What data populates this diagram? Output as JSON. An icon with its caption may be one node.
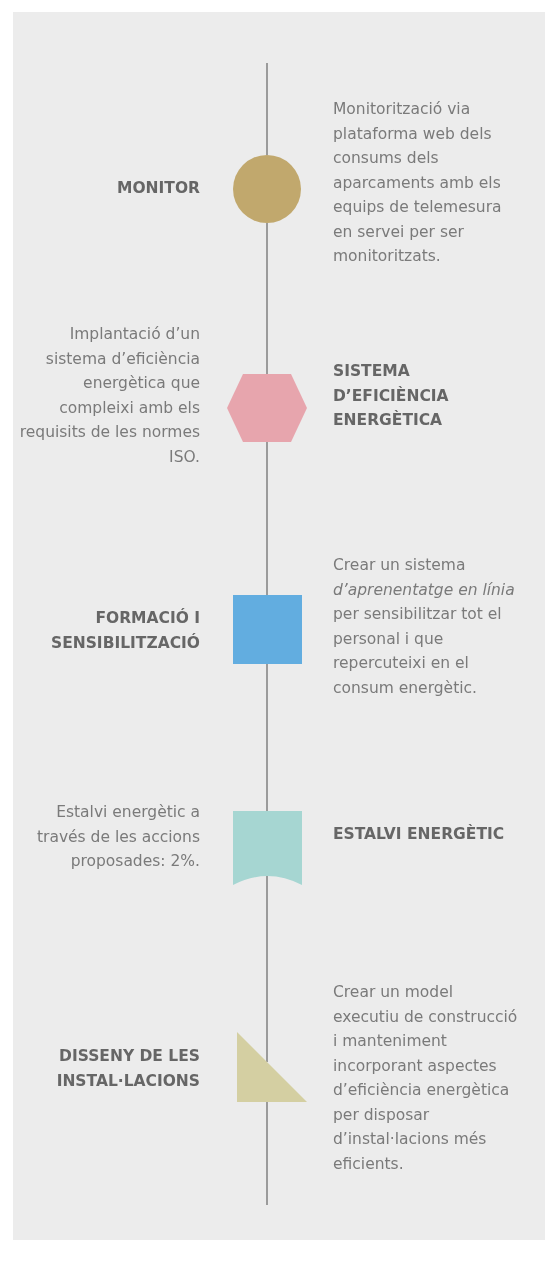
{
  "diagram": {
    "nodes": [
      {
        "text": [],
        "shape": "circle",
        "beside": [
          "MONITOR",
          "Monitorització via plataforma web dels consums dels aparcaments amb els equips de telemesura en servei per ser monitoritzats."
        ]
      },
      {
        "text": [],
        "shape": "hexagon",
        "beside": [
          "SISTEMA D’EFICIÈNCIA ENERGÈTICA",
          "Implantació d’un sistema d’eficiència energètica que compleixi amb els requisits de les normes ISO."
        ]
      },
      {
        "text": [],
        "shape": "box",
        "beside": [
          "FORMACIÓ I SENSIBILITZACIÓ",
          "Crear un sistema *d’aprenentatge en línia* per sensibilitzar tot el personal i que repercuteixi en el consum energètic."
        ]
      },
      {
        "text": [],
        "shape": "banner",
        "beside": [
          "ESTALVI ENERGÈTIC",
          "Estalvi energètic a través de les accions proposades: 2%."
        ]
      },
      {
        "text": [],
        "shape": "triangle",
        "beside": [
          "DISSENY DE LES INSTAL·LACIONS",
          "Crear un model executiu de construcció i manteniment incorporant aspectes d’eficiència energètica per disposar d’instal·lacions més eficients."
        ]
      }
    ],
    "edges": [
      {
        "from": null,
        "to": 0,
        "arrow": "none"
      },
      {
        "from": 0,
        "to": 1,
        "arrow": "none"
      },
      {
        "from": 1,
        "to": 2,
        "arrow": "none"
      },
      {
        "from": 2,
        "to": 3,
        "arrow": "none"
      },
      {
        "from": 3,
        "to": 4,
        "arrow": "none"
      },
      {
        "from": 4,
        "to": null,
        "arrow": "none"
      }
    ]
  }
}
